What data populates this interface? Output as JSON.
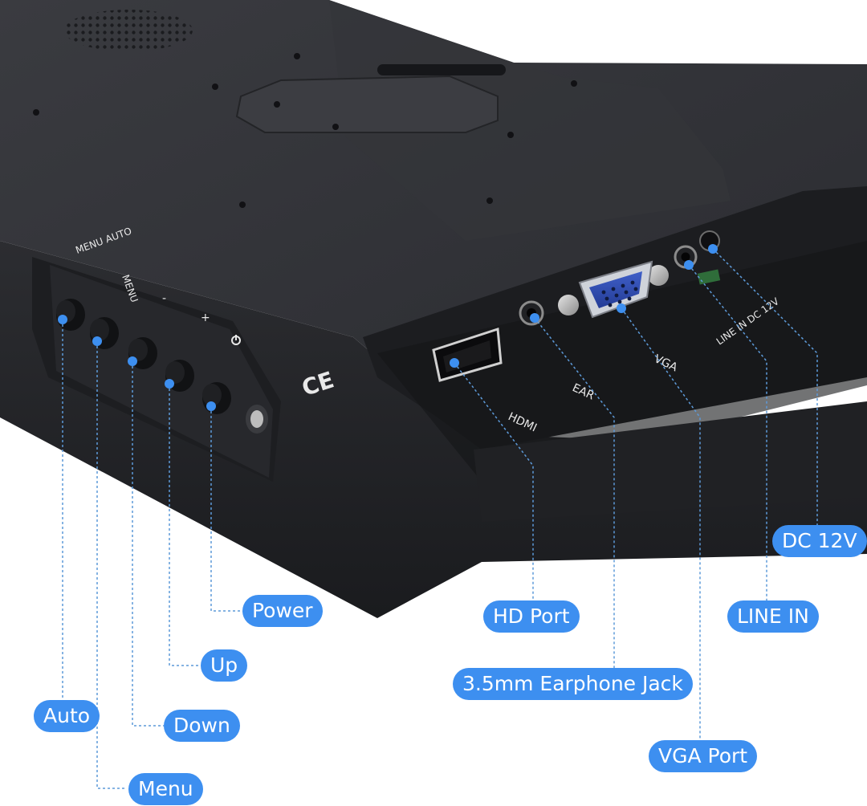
{
  "image": {
    "subject": "monitor-rear-ports",
    "colors": {
      "callout_bg": "#3d8ff0",
      "callout_text": "#ffffff",
      "leader_line": "#5d9ad9",
      "body": "#2a2b30",
      "background": "#ffffff"
    }
  },
  "silkscreen": {
    "menu_auto": "MENU AUTO",
    "menu": "MENU",
    "minus": "-",
    "plus": "+",
    "hdmi": "HDMI",
    "ear": "EAR",
    "vga": "VGA",
    "line_in_dc12v": "LINE IN DC 12V"
  },
  "callouts": {
    "power": "Power",
    "up": "Up",
    "auto": "Auto",
    "down": "Down",
    "menu": "Menu",
    "hd_port": "HD Port",
    "earphone_jack": "3.5mm Earphone Jack",
    "vga_port": "VGA Port",
    "line_in": "LINE IN",
    "dc_12v": "DC 12V"
  }
}
